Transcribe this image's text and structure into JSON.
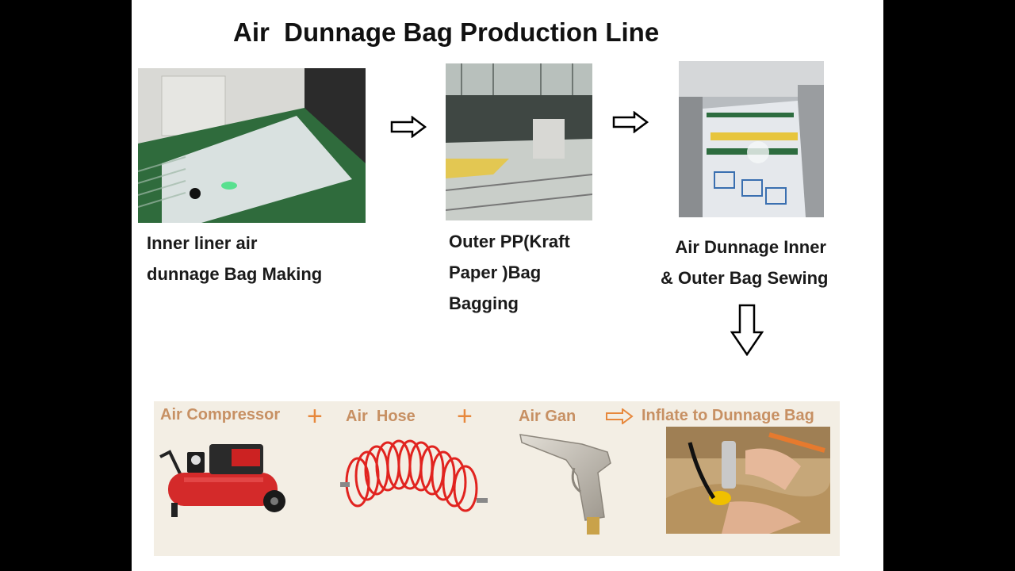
{
  "title": "Air  Dunnage Bag Production Line",
  "steps": [
    {
      "line1": "Inner liner air",
      "line2": "dunnage Bag Making",
      "line3": ""
    },
    {
      "line1": "Outer PP(Kraft",
      "line2": "Paper )Bag",
      "line3": "Bagging"
    },
    {
      "line1": "Air Dunnage Inner",
      "line2": "& Outer Bag Sewing",
      "line3": ""
    }
  ],
  "tools": {
    "compressor": "Air Compressor",
    "hose": "Air  Hose",
    "gun": "Air Gan",
    "inflate": "Inflate to Dunnage Bag"
  },
  "colors": {
    "band": "#f3eee4",
    "label": "#c79063",
    "plus": "#e7883c",
    "compressor_red": "#d42a2a",
    "hose_red": "#e1231f"
  }
}
